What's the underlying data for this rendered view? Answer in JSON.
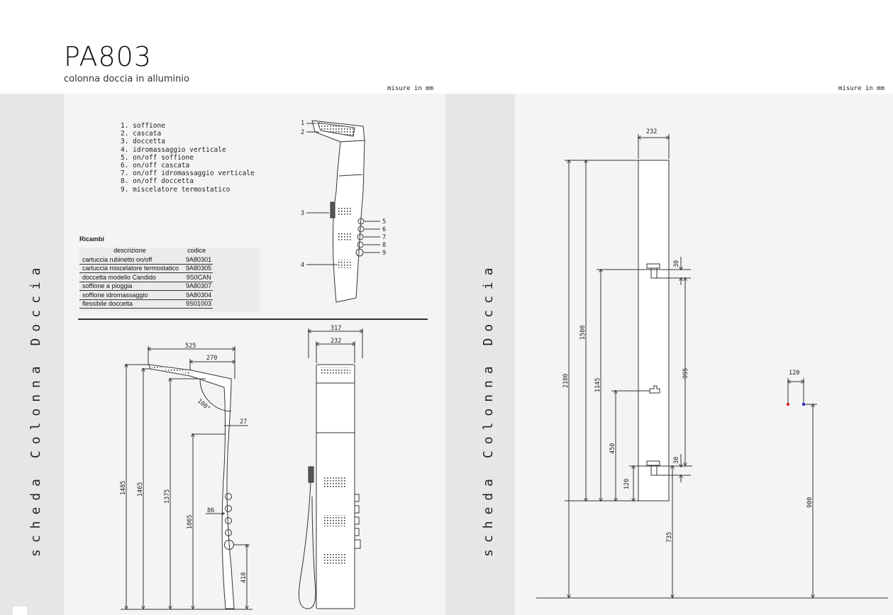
{
  "header": {
    "title": "PA803",
    "subtitle": "colonna doccia in alluminio",
    "units_note": "misure in mm"
  },
  "sidebar_label": "scheda Colonna Doccia",
  "legend": [
    "1. soffione",
    "2. cascata",
    "3. doccetta",
    "4. idromassaggio verticale",
    "5. on/off soffione",
    "6. on/off cascata",
    "7. on/off idromassaggio verticale",
    "8. on/off doccetta",
    "9. miscelatore termostatico"
  ],
  "ricambi": {
    "title": "Ricambi",
    "headers": [
      "descrizione",
      "codice"
    ],
    "rows": [
      [
        "cartuccia rubinetto on/off",
        "9A80301"
      ],
      [
        "cartuccia miscelatore termostatico",
        "9A80305"
      ],
      [
        "doccetta modello Candido",
        "9S0CAN"
      ],
      [
        "soffione a pioggia",
        "9A80307"
      ],
      [
        "soffione idromassaggio",
        "9A80304"
      ],
      [
        "flessibile doccetta",
        "9S01003"
      ]
    ]
  },
  "callouts": [
    "1",
    "2",
    "3",
    "4",
    "5",
    "6",
    "7",
    "8",
    "9"
  ],
  "side_view_dims": [
    "525",
    "270",
    "100°",
    "27",
    "1485",
    "1465",
    "1375",
    "1065",
    "86",
    "410"
  ],
  "front_view_dims": [
    "317",
    "232"
  ],
  "install_dims": [
    "232",
    "2100",
    "1500",
    "1145",
    "30",
    "995",
    "450",
    "30",
    "120",
    "735",
    "120",
    "900"
  ]
}
